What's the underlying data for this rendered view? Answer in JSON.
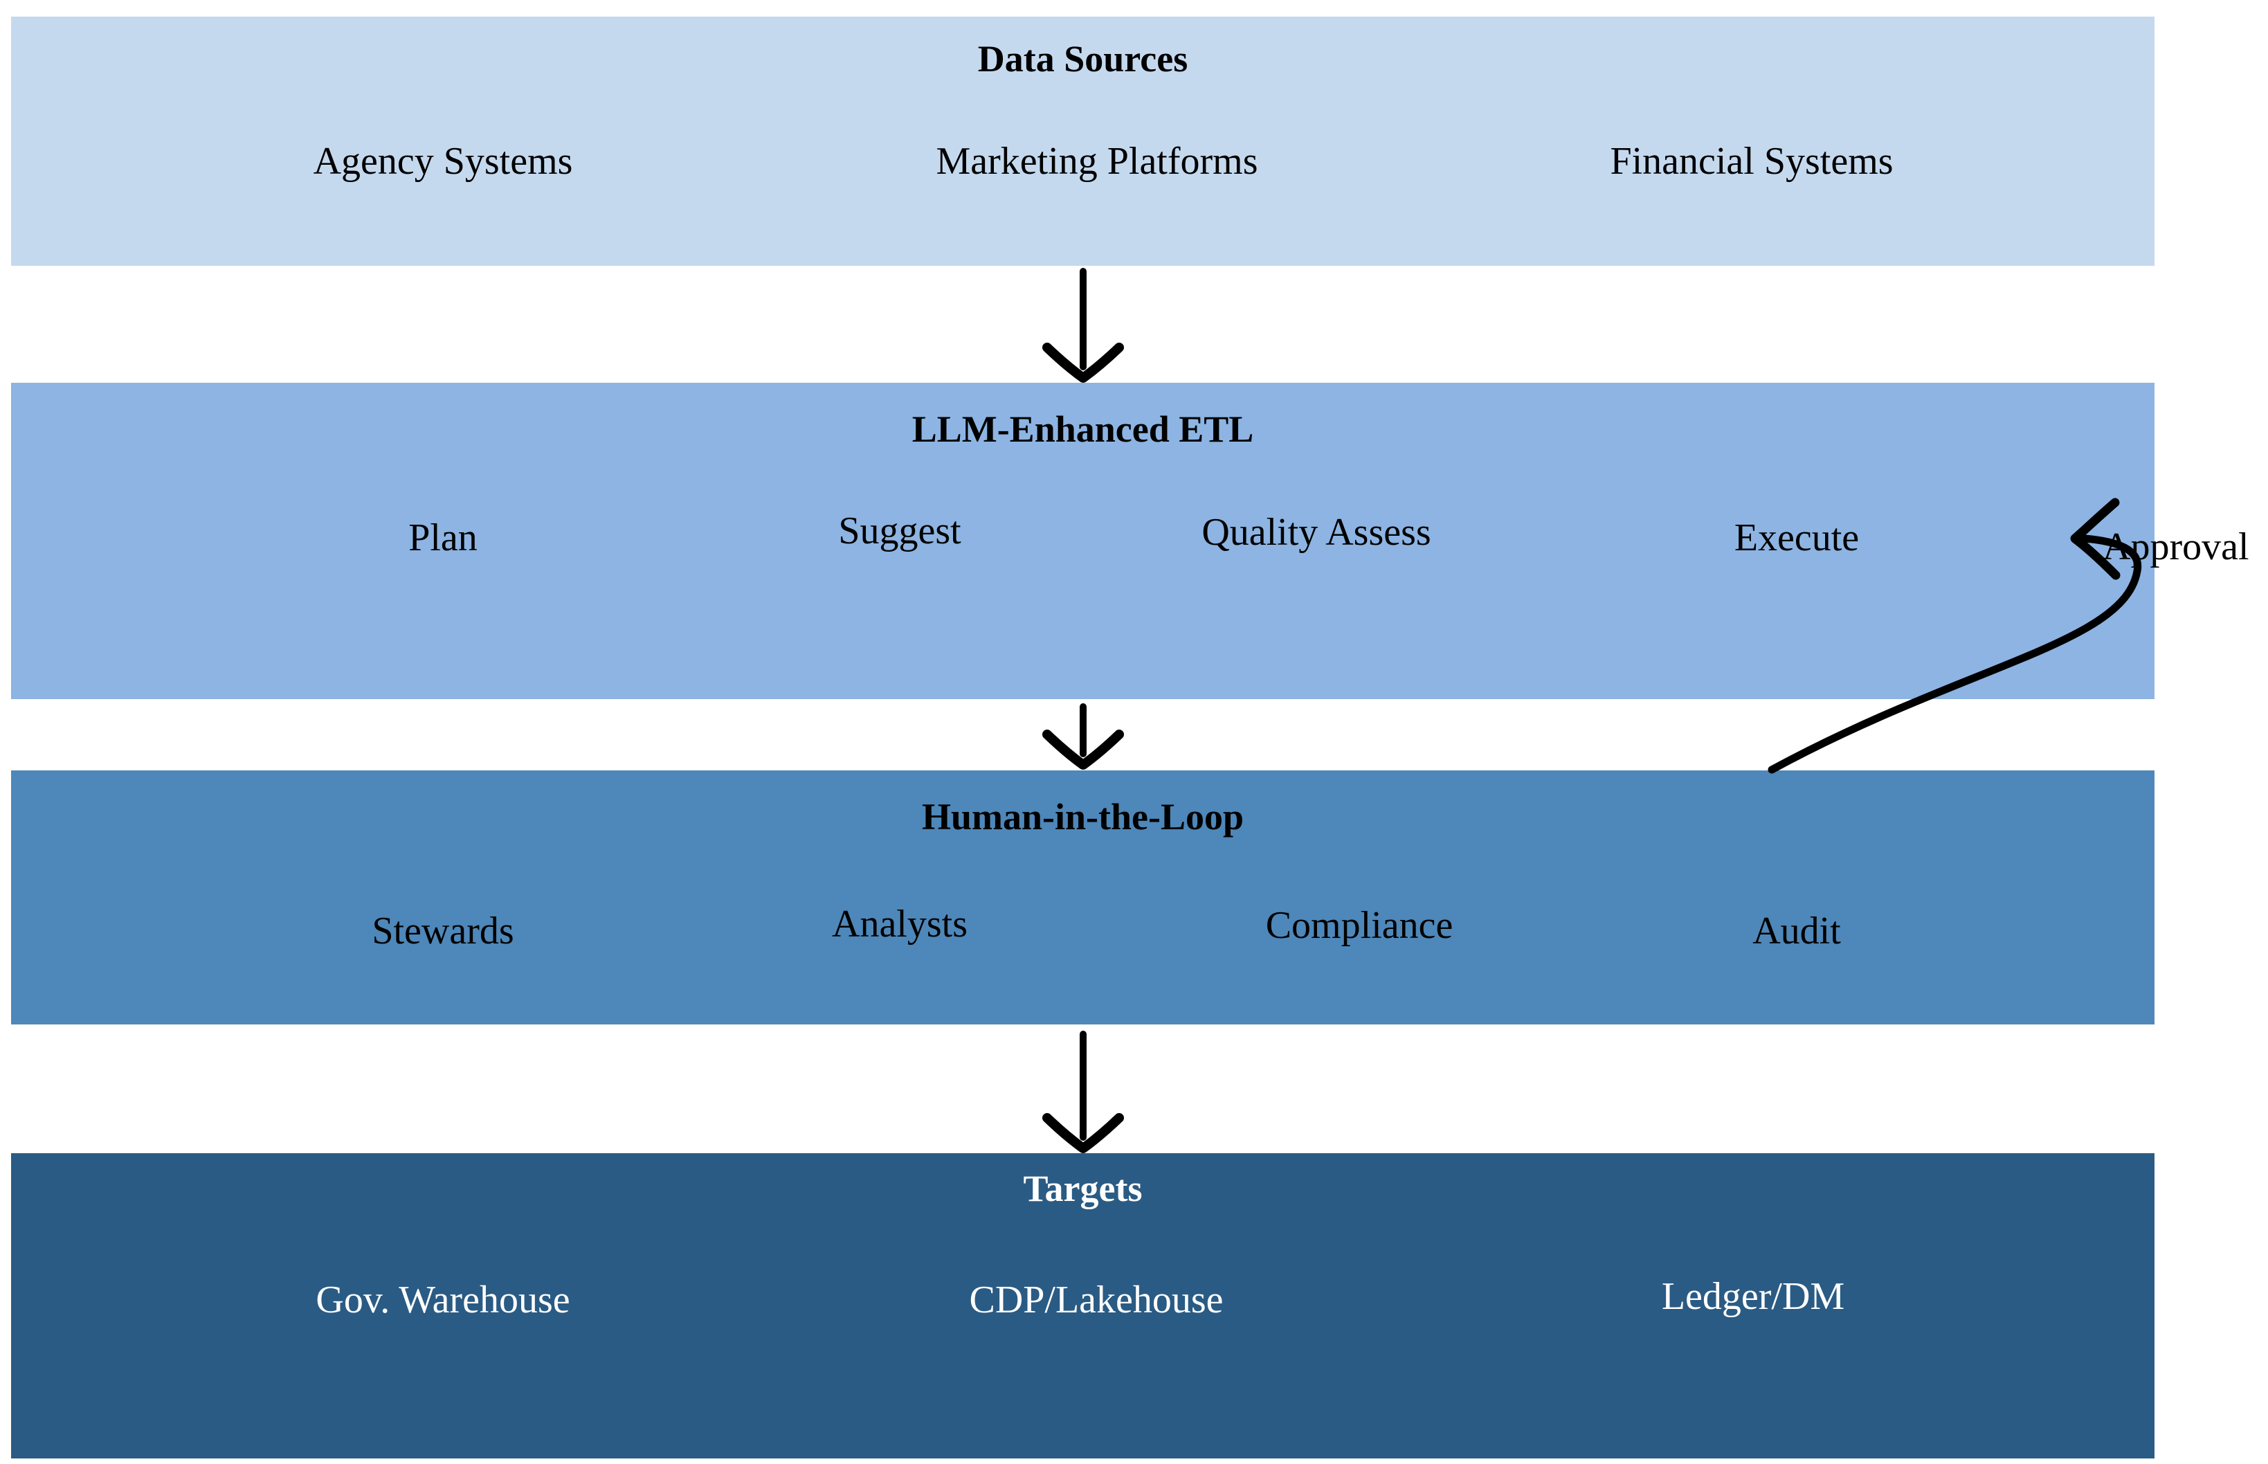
{
  "diagram": {
    "bands": [
      {
        "title": "Data Sources",
        "bg": "#c5d9ee",
        "items": [
          "Agency Systems",
          "Marketing Platforms",
          "Financial Systems"
        ]
      },
      {
        "title": "LLM-Enhanced ETL",
        "bg": "#8db4e2",
        "items": [
          "Plan",
          "Suggest",
          "Quality Assess",
          "Execute"
        ]
      },
      {
        "title": "Human-in-the-Loop",
        "bg": "#4e87b9",
        "items": [
          "Stewards",
          "Analysts",
          "Compliance",
          "Audit"
        ]
      },
      {
        "title": "Targets",
        "bg": "#2a5b84",
        "items": [
          "Gov. Warehouse",
          "CDP/Lakehouse",
          "Ledger/DM"
        ]
      }
    ],
    "approval_label": "Approval",
    "colors": {
      "band_data_sources": "#c5d9ee",
      "band_llm_etl": "#8db4e2",
      "band_human_loop": "#4e87b9",
      "band_targets": "#2a5b84",
      "arrow": "#000000",
      "text_dark": "#000000",
      "text_light": "#ffffff"
    }
  }
}
